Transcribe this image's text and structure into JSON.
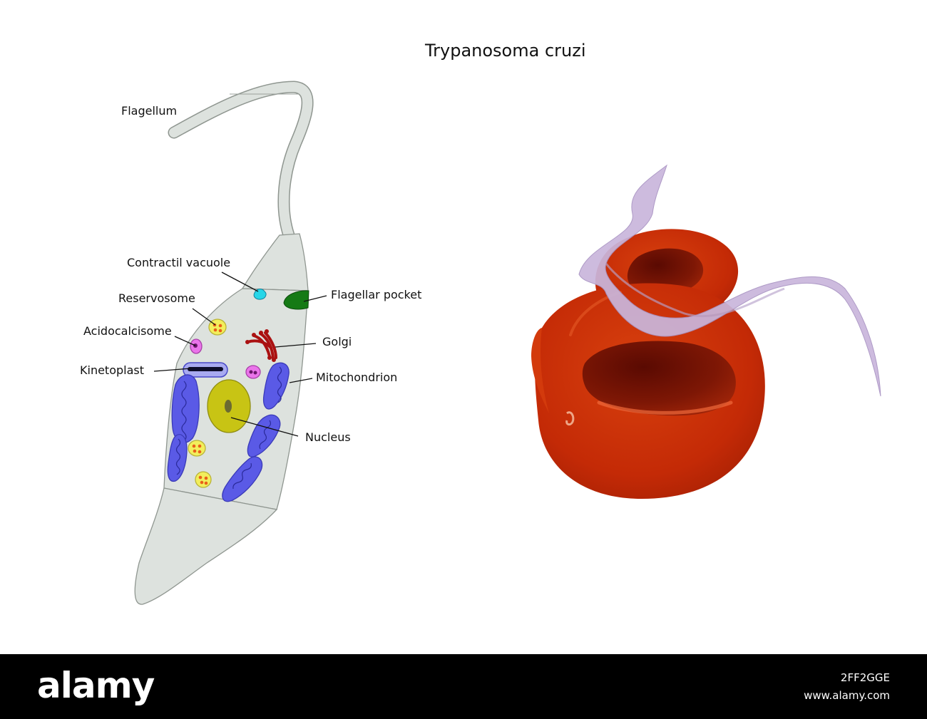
{
  "title": "Trypanosoma cruzi",
  "labels": {
    "flagellum": "Flagellum",
    "contractile_vacuole": "Contractil vacuole",
    "flagellar_pocket": "Flagellar pocket",
    "reservosome": "Reservosome",
    "golgi": "Golgi",
    "acidocalcisome": "Acidocalcisome",
    "kinetoplast": "Kinetoplast",
    "mitochondrion": "Mitochondrion",
    "nucleus": "Nucleus"
  },
  "footer": {
    "brand": "alamy",
    "image_id": "2FF2GGE",
    "site": "www.alamy.com"
  },
  "colors": {
    "cell_body": "#dde2de",
    "mitochondrion": "#5a5ae6",
    "nucleus": "#c8c414",
    "golgi": "#aa1111",
    "flagellar_pocket": "#157a15",
    "contractile_vacuole": "#27d6e8",
    "acidocalcisome": "#ea74ea",
    "reservosome": "#f2ee5c",
    "blood_cell": "#c42a06",
    "parasite": "#c9b6dc"
  }
}
